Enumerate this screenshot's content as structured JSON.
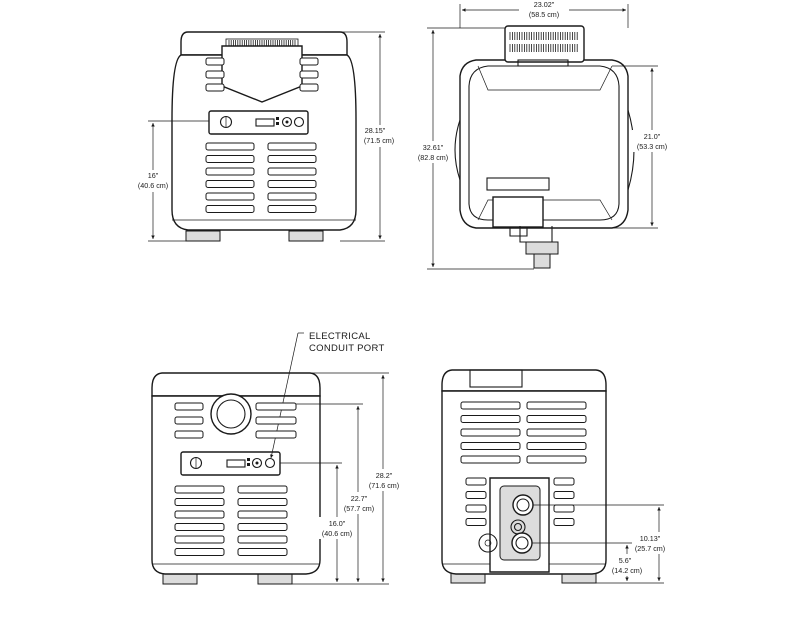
{
  "views": {
    "front": {
      "height_in": "28.15\"",
      "height_cm": "(71.5 cm)",
      "panel_in": "16\"",
      "panel_cm": "(40.6 cm)"
    },
    "top": {
      "width_in": "23.02\"",
      "width_cm": "(58.5 cm)",
      "overall_in": "32.61\"",
      "overall_cm": "(82.8 cm)",
      "depth_in": "21.0\"",
      "depth_cm": "(53.3 cm)"
    },
    "side": {
      "callout_line1": "ELECTRICAL",
      "callout_line2": "CONDUIT PORT",
      "height_in": "28.2\"",
      "height_cm": "(71.6 cm)",
      "mid_in": "22.7\"",
      "mid_cm": "(57.7 cm)",
      "panel_in": "16.0\"",
      "panel_cm": "(40.6 cm)"
    },
    "rear": {
      "upper_in": "10.13\"",
      "upper_cm": "(25.7 cm)",
      "lower_in": "5.6\"",
      "lower_cm": "(14.2 cm)"
    }
  }
}
